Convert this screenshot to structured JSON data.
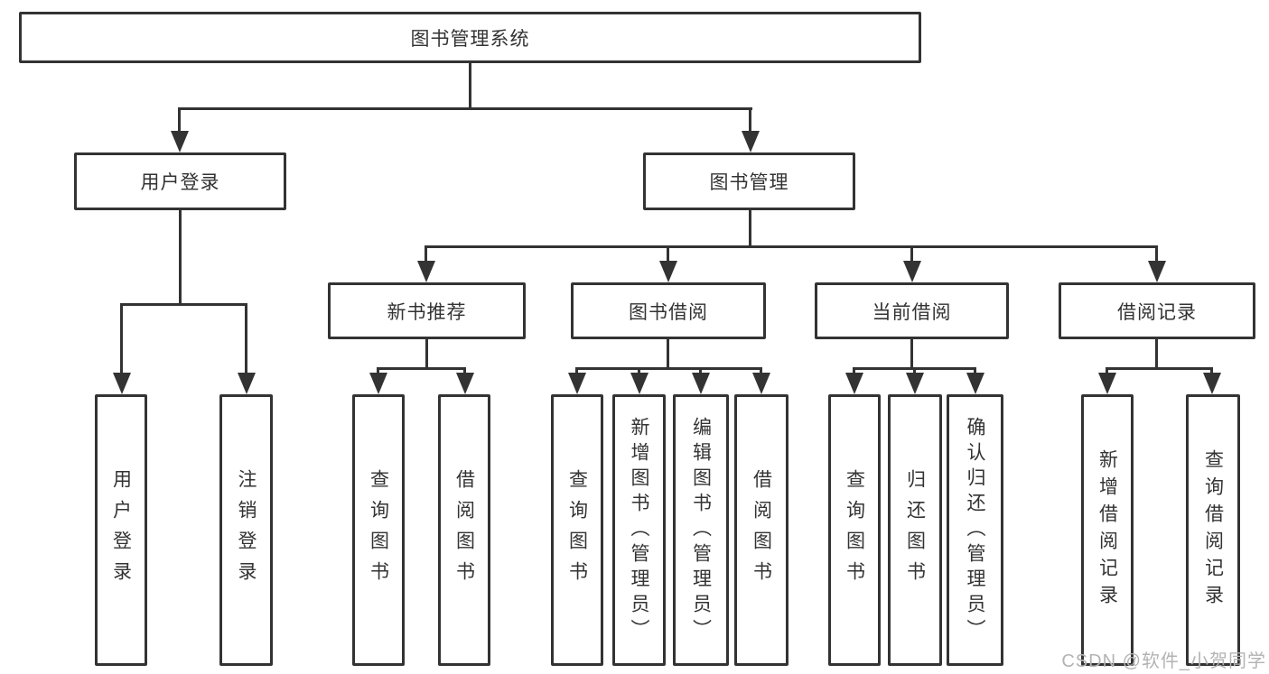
{
  "diagram_title": "图书管理系统",
  "tree": {
    "label": "图书管理系统",
    "children": [
      {
        "label": "用户登录",
        "children": [
          {
            "label": "用户登录"
          },
          {
            "label": "注销登录"
          }
        ]
      },
      {
        "label": "图书管理",
        "children": [
          {
            "label": "新书推荐",
            "children": [
              {
                "label": "查询图书"
              },
              {
                "label": "借阅图书"
              }
            ]
          },
          {
            "label": "图书借阅",
            "children": [
              {
                "label": "查询图书"
              },
              {
                "label": "新增图书（管理员）"
              },
              {
                "label": "编辑图书（管理员）"
              },
              {
                "label": "借阅图书"
              }
            ]
          },
          {
            "label": "当前借阅",
            "children": [
              {
                "label": "查询图书"
              },
              {
                "label": "归还图书"
              },
              {
                "label": "确认归还（管理员）"
              }
            ]
          },
          {
            "label": "借阅记录",
            "children": [
              {
                "label": "新增借阅记录"
              },
              {
                "label": "查询借阅记录"
              }
            ]
          }
        ]
      }
    ]
  },
  "watermark": "CSDN @软件_小贺同学",
  "colors": {
    "line": "#333333",
    "text": "#333333",
    "watermark": "#b3b3b3",
    "background": "#ffffff"
  }
}
